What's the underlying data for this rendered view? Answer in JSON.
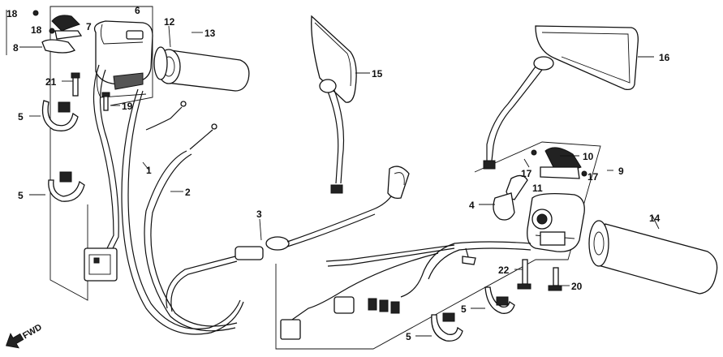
{
  "labels": {
    "p1": "1",
    "p2": "2",
    "p3": "3",
    "p4": "4",
    "p5a": "5",
    "p5b": "5",
    "p5c": "5",
    "p5d": "5",
    "p6": "6",
    "p7": "7",
    "p8": "8",
    "p9": "9",
    "p10": "10",
    "p11": "11",
    "p12": "12",
    "p13": "13",
    "p14": "14",
    "p15": "15",
    "p16": "16",
    "p17a": "17",
    "p17b": "17",
    "p18a": "18",
    "p18b": "18",
    "p19": "19",
    "p20": "20",
    "p21": "21",
    "p22": "22"
  },
  "fwd_label": "FWD"
}
